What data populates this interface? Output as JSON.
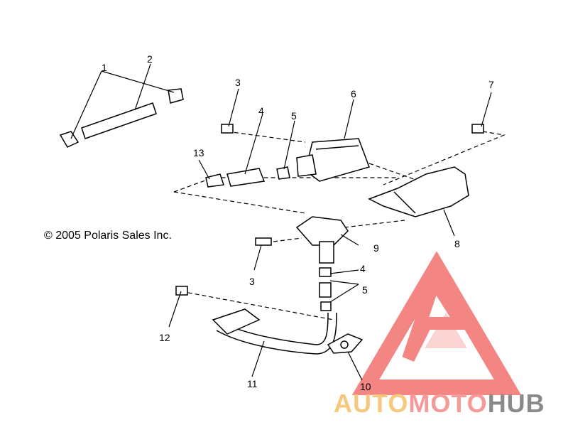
{
  "copyright": "© 2005 Polaris Sales Inc.",
  "callouts": [
    "1",
    "2",
    "3",
    "4",
    "5",
    "6",
    "7",
    "13",
    "3",
    "9",
    "8",
    "4",
    "5",
    "12",
    "11",
    "10"
  ],
  "watermark": {
    "part1": "AUTO",
    "part2": "MOTO",
    "part3": "HUB",
    "colors": {
      "auto": "#f6c77e",
      "moto": "#f49a98",
      "hub": "#8a8a8a",
      "logo": "#f2706d"
    }
  }
}
